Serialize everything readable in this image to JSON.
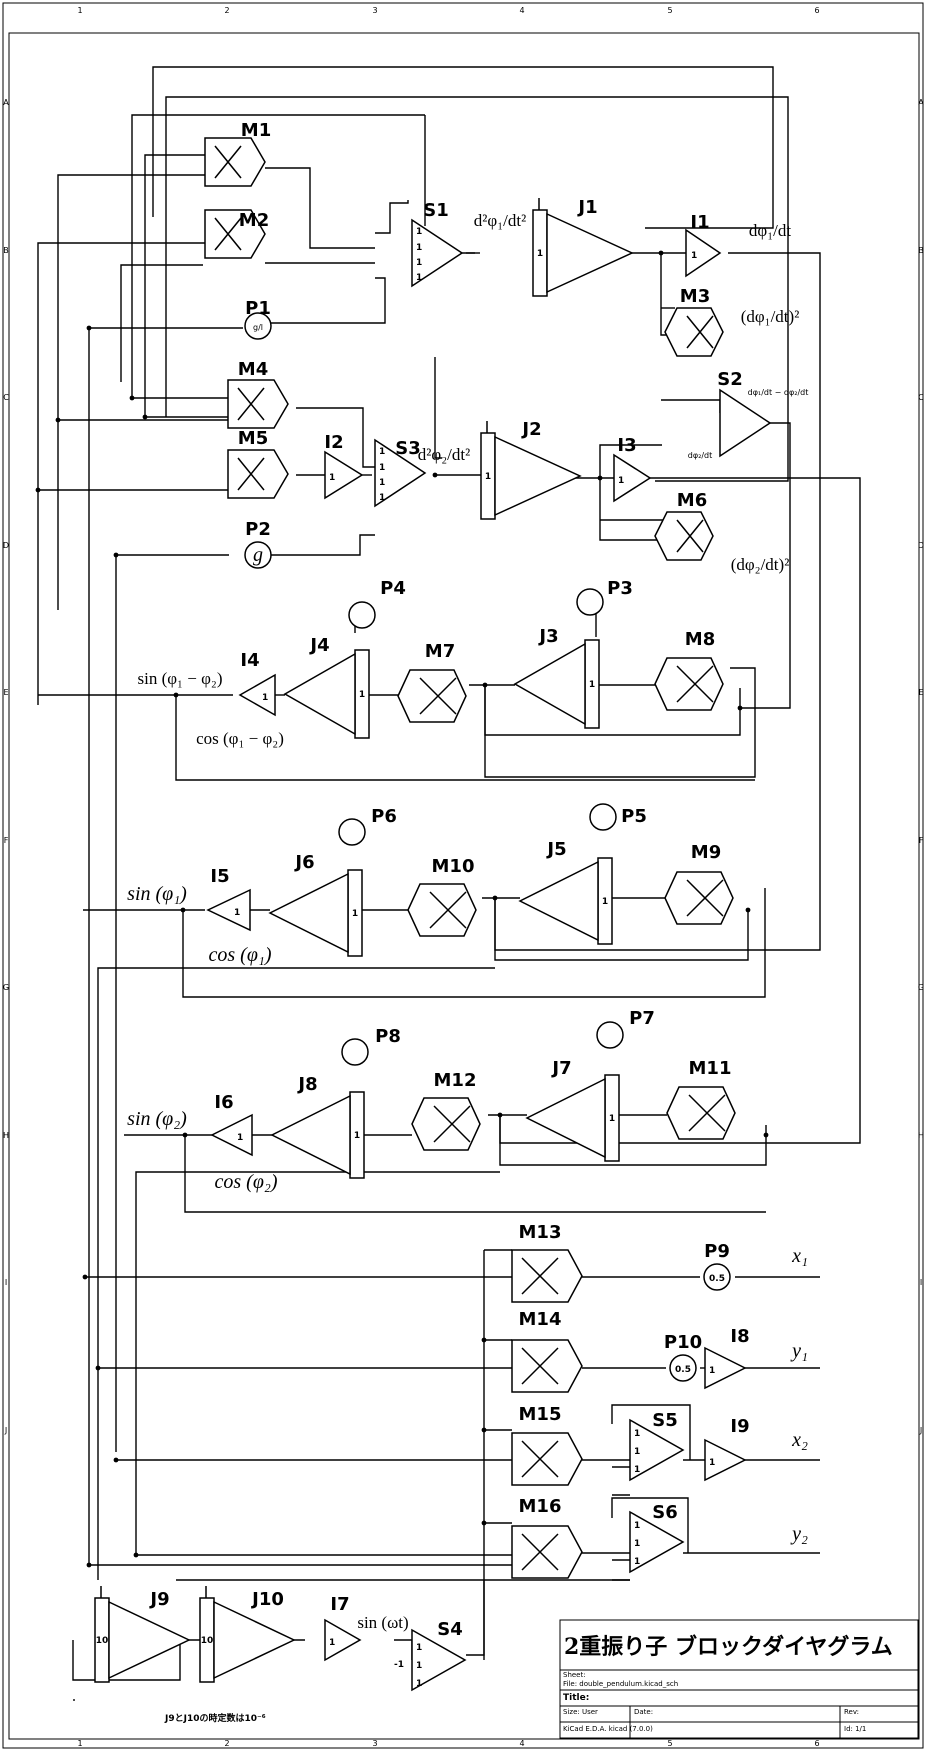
{
  "blocks": {
    "M1": "M1",
    "M2": "M2",
    "M3": "M3",
    "M4": "M4",
    "M5": "M5",
    "M6": "M6",
    "M7": "M7",
    "M8": "M8",
    "M9": "M9",
    "M10": "M10",
    "M11": "M11",
    "M12": "M12",
    "M13": "M13",
    "M14": "M14",
    "M15": "M15",
    "M16": "M16",
    "S1": "S1",
    "S2": "S2",
    "S3": "S3",
    "S4": "S4",
    "S5": "S5",
    "S6": "S6",
    "J1": "J1",
    "J2": "J2",
    "J3": "J3",
    "J4": "J4",
    "J5": "J5",
    "J6": "J6",
    "J7": "J7",
    "J8": "J8",
    "J9": "J9",
    "J10": "J10",
    "I1": "I1",
    "I2": "I2",
    "I3": "I3",
    "I4": "I4",
    "I5": "I5",
    "I6": "I6",
    "I7": "I7",
    "I8": "I8",
    "I9": "I9",
    "P1": "P1",
    "P2": "P2",
    "P3": "P3",
    "P4": "P4",
    "P5": "P5",
    "P6": "P6",
    "P7": "P7",
    "P8": "P8",
    "P9": "P9",
    "P10": "P10"
  },
  "params": {
    "P1": "g/l",
    "P2": "g",
    "P9": "0.5",
    "P10": "0.5"
  },
  "pins": {
    "one": "1",
    "ten": "10",
    "neg": "-1"
  },
  "signals": {
    "d2phi1": "d²φ₁/dt²",
    "d2phi2": "d²φ₂/dt²",
    "dphi1": "dφ₁/dt",
    "dphi1_sq": "(dφ₁/dt)²",
    "dphi2": "dφ₂/dt",
    "dphi2_sq": "(dφ₂/dt)²",
    "dphi_diff": "dφ₁/dt − dφ₂/dt",
    "sin_diff": "sin (φ₁ − φ₂)",
    "cos_diff": "cos (φ₁ − φ₂)",
    "sin1": "sin (φ₁)",
    "cos1": "cos (φ₁)",
    "sin2": "sin (φ₂)",
    "cos2": "cos (φ₂)",
    "x1": "x₁",
    "y1": "y₁",
    "x2": "x₂",
    "y2": "y₂",
    "sinwt": "sin (ωt)"
  },
  "note": "J9とJ10の時定数は10⁻⁶",
  "title_block": {
    "title": "2重振り子 ブロックダイヤグラム",
    "sheet": "Sheet:",
    "file": "File: double_pendulum.kicad_sch",
    "title_label": "Title:",
    "size": "Size: User",
    "date": "Date:",
    "rev": "Rev:",
    "kicad": "KiCad E.D.A.  kicad (7.0.0)",
    "id": "Id: 1/1"
  },
  "frame_cols": [
    "1",
    "2",
    "3",
    "4",
    "5",
    "6"
  ],
  "frame_rows": [
    "A",
    "B",
    "C",
    "D",
    "E",
    "F",
    "G",
    "H",
    "I",
    "J"
  ]
}
